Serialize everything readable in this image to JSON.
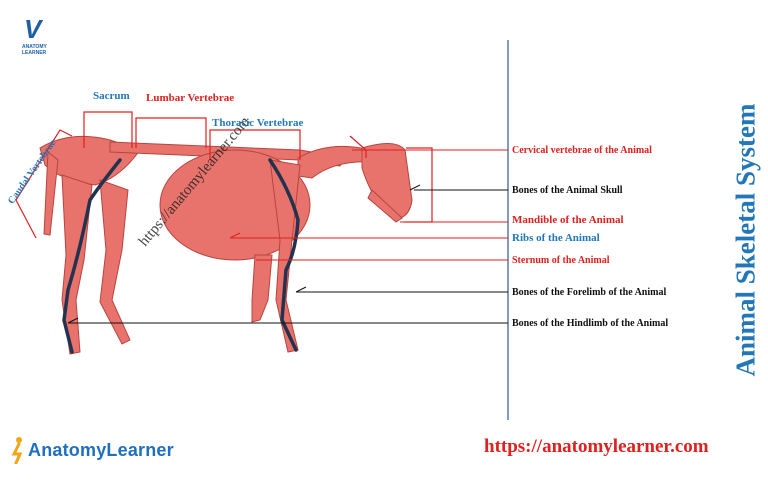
{
  "labels": {
    "sacrum": "Sacrum",
    "lumbar": "Lumbar Vertebrae",
    "thoracic": "Thoracic Vertebrae",
    "caudal": "Caudal Vertebrae",
    "cervical": "Cervical vertebrae of the Animal",
    "skull": "Bones of the Animal Skull",
    "mandible": "Mandible of the Animal",
    "ribs": "Ribs of the Animal",
    "sternum": "Sternum of the Animal",
    "forelimb": "Bones of the Forelimb of the Animal",
    "hindlimb": "Bones of the Hindlimb of the Animal"
  },
  "title": "Animal Skeletal System",
  "watermark": "https://anatomylearner.com",
  "footer_url": "https://anatomylearner.com",
  "brand": {
    "name": "AnatomyLearner",
    "small_logo_text": "ANATOMY LEARNER"
  },
  "colors": {
    "red": "#e0201e",
    "blue": "#2377b8",
    "bone": "#e8736c",
    "bone_dark": "#c9504a",
    "divider": "#2a5a9a"
  }
}
